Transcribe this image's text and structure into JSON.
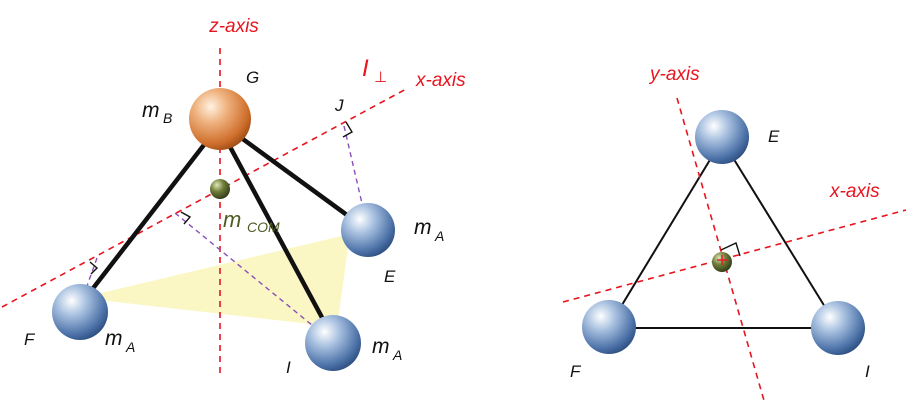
{
  "colors": {
    "axis": "#e8141e",
    "perpendicular": "#8a4fb8",
    "bond": "#111111",
    "sphere_A": "#3a5f95",
    "sphere_B": "#d07a3a",
    "center_of_mass": "#4d5a22",
    "triangle_fill": "#fbf7c4"
  },
  "left_view": {
    "z_axis_label": "z-axis",
    "x_axis_label": "x-axis",
    "inertia_symbol": "I",
    "inertia_subscript": "⊥",
    "atom_G_label": "G",
    "atom_J_label": "J",
    "atom_E_label": "E",
    "atom_F_label": "F",
    "atom_I_label": "I",
    "mass_B_main": "m",
    "mass_B_sub": "B",
    "mass_com_main": "m",
    "mass_com_sub": "COM",
    "mass_A_main": "m",
    "mass_A_sub": "A"
  },
  "right_view": {
    "y_axis_label": "y-axis",
    "x_axis_label": "x-axis",
    "atom_E_label": "E",
    "atom_F_label": "F",
    "atom_I_label": "I"
  }
}
